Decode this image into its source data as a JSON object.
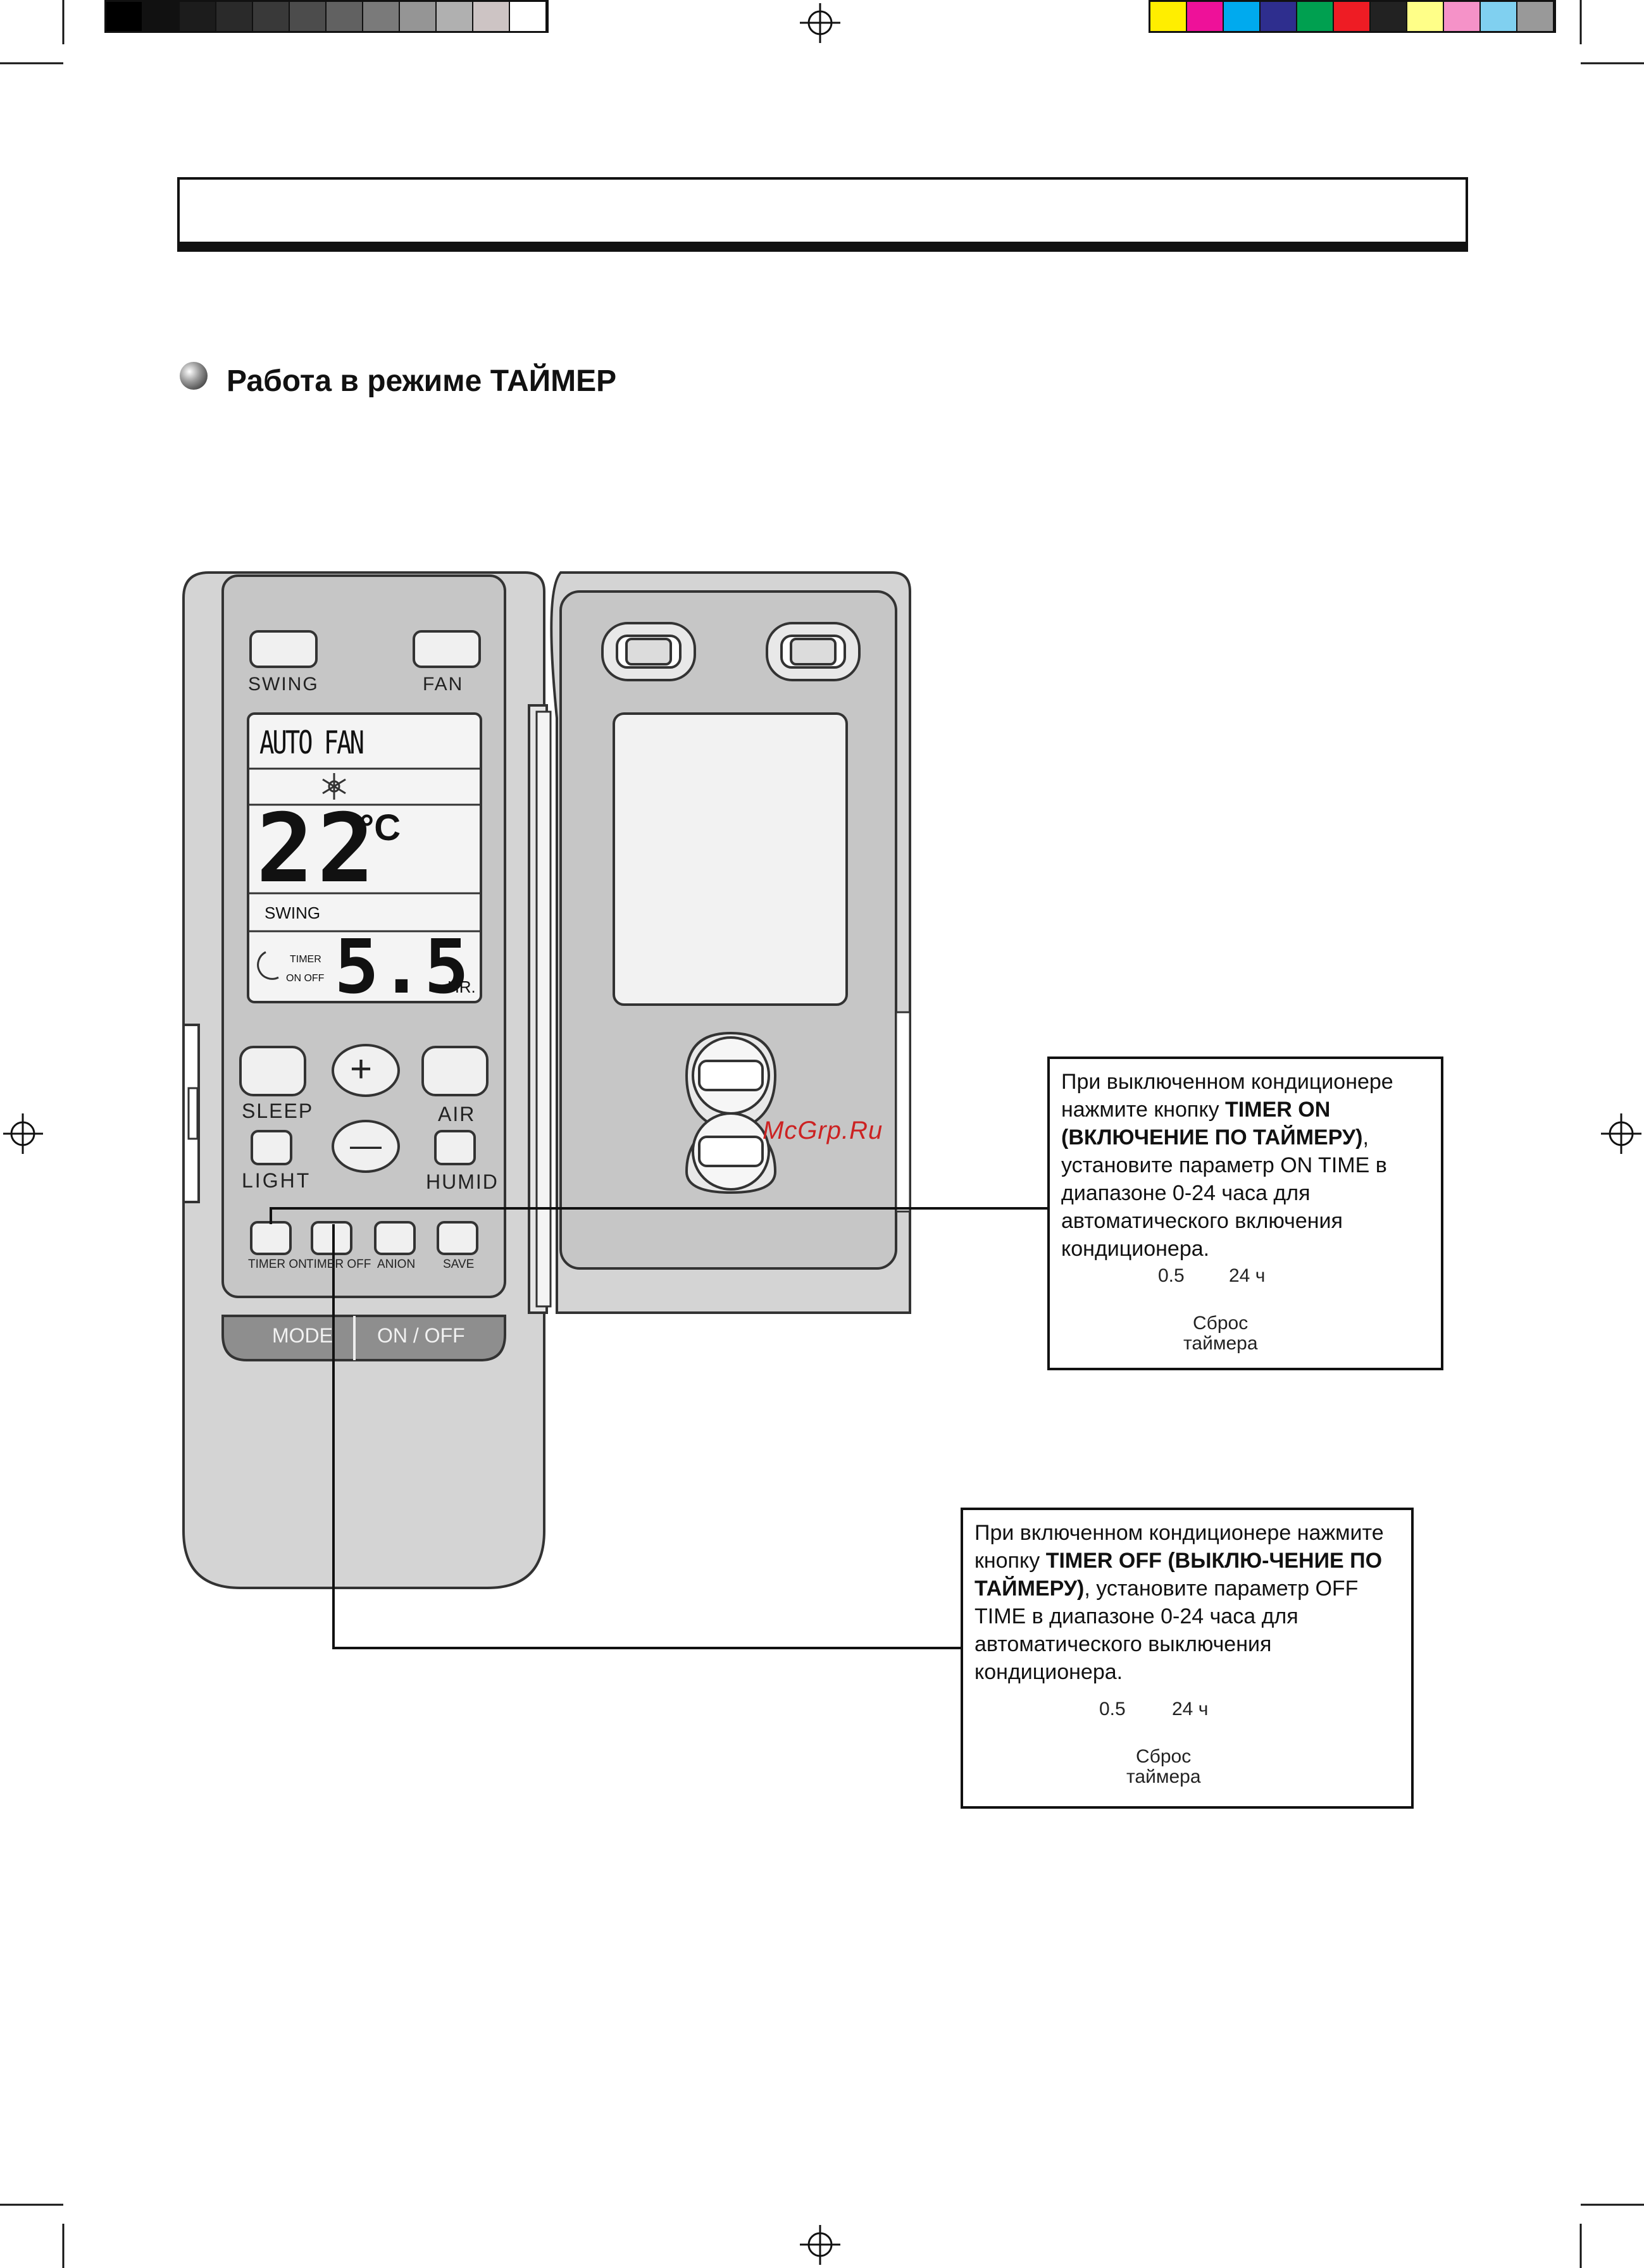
{
  "colors": {
    "gray_patches": [
      "#000000",
      "#111111",
      "#1c1c1c",
      "#2a2a2a",
      "#393939",
      "#4c4c4c",
      "#616161",
      "#7a7a7a",
      "#959595",
      "#b0b0b0",
      "#cdc4c4",
      "#ffffff"
    ],
    "color_patches": [
      "#ffee00",
      "#ee1199",
      "#00aaee",
      "#2e2e8e",
      "#00a050",
      "#ee1c24",
      "#222222",
      "#ffff88",
      "#f592c8",
      "#80d0f0",
      "#999999"
    ],
    "remote_body": "#d4d4d4",
    "remote_panel": "#c4c4c4",
    "lcd": "#f4f4f4"
  },
  "section": {
    "title": "Работа в режиме ТАЙМЕР"
  },
  "remote": {
    "swing": "SWING",
    "fan": "FAN",
    "lcd_mode": "AUTO FAN",
    "lcd_temp": "22",
    "lcd_unit": "°C",
    "lcd_swing": "SWING",
    "lcd_timer": "TIMER",
    "lcd_onoff": "ON OFF",
    "lcd_time": "5.5",
    "lcd_hr": "HR.",
    "sleep": "SLEEP",
    "air": "AIR",
    "light": "LIGHT",
    "humid": "HUMID",
    "timer_on": "TIMER ON",
    "timer_off": "TIMER OFF",
    "anion": "ANION",
    "save": "SAVE",
    "mode": "MODE",
    "onoff": "ON / OFF",
    "plus": "+",
    "minus": "—"
  },
  "watermark": "McGrp.Ru",
  "callout_on": {
    "text_1": "При выключенном кондиционере нажмите кнопку ",
    "bold_1": "TIMER ON (ВКЛЮЧЕНИЕ ПО ТАЙМЕРУ)",
    "text_2": ", установите параметр ON TIME в диапазоне 0-24 часа для автоматического включения кондиционера.",
    "from": "0.5",
    "to": "24 ч",
    "reset_1": "Сброс",
    "reset_2": "таймера"
  },
  "callout_off": {
    "text_1": "При включенном кондиционере нажмите кнопку ",
    "bold_1": "TIMER OFF (ВЫКЛЮ-ЧЕНИЕ ПО ТАЙМЕРУ)",
    "text_2": ", установите параметр OFF TIME в диапазоне 0-24 часа для автоматического выключения кондиционера.",
    "from": "0.5",
    "to": "24 ч",
    "reset_1": "Сброс",
    "reset_2": "таймера"
  }
}
